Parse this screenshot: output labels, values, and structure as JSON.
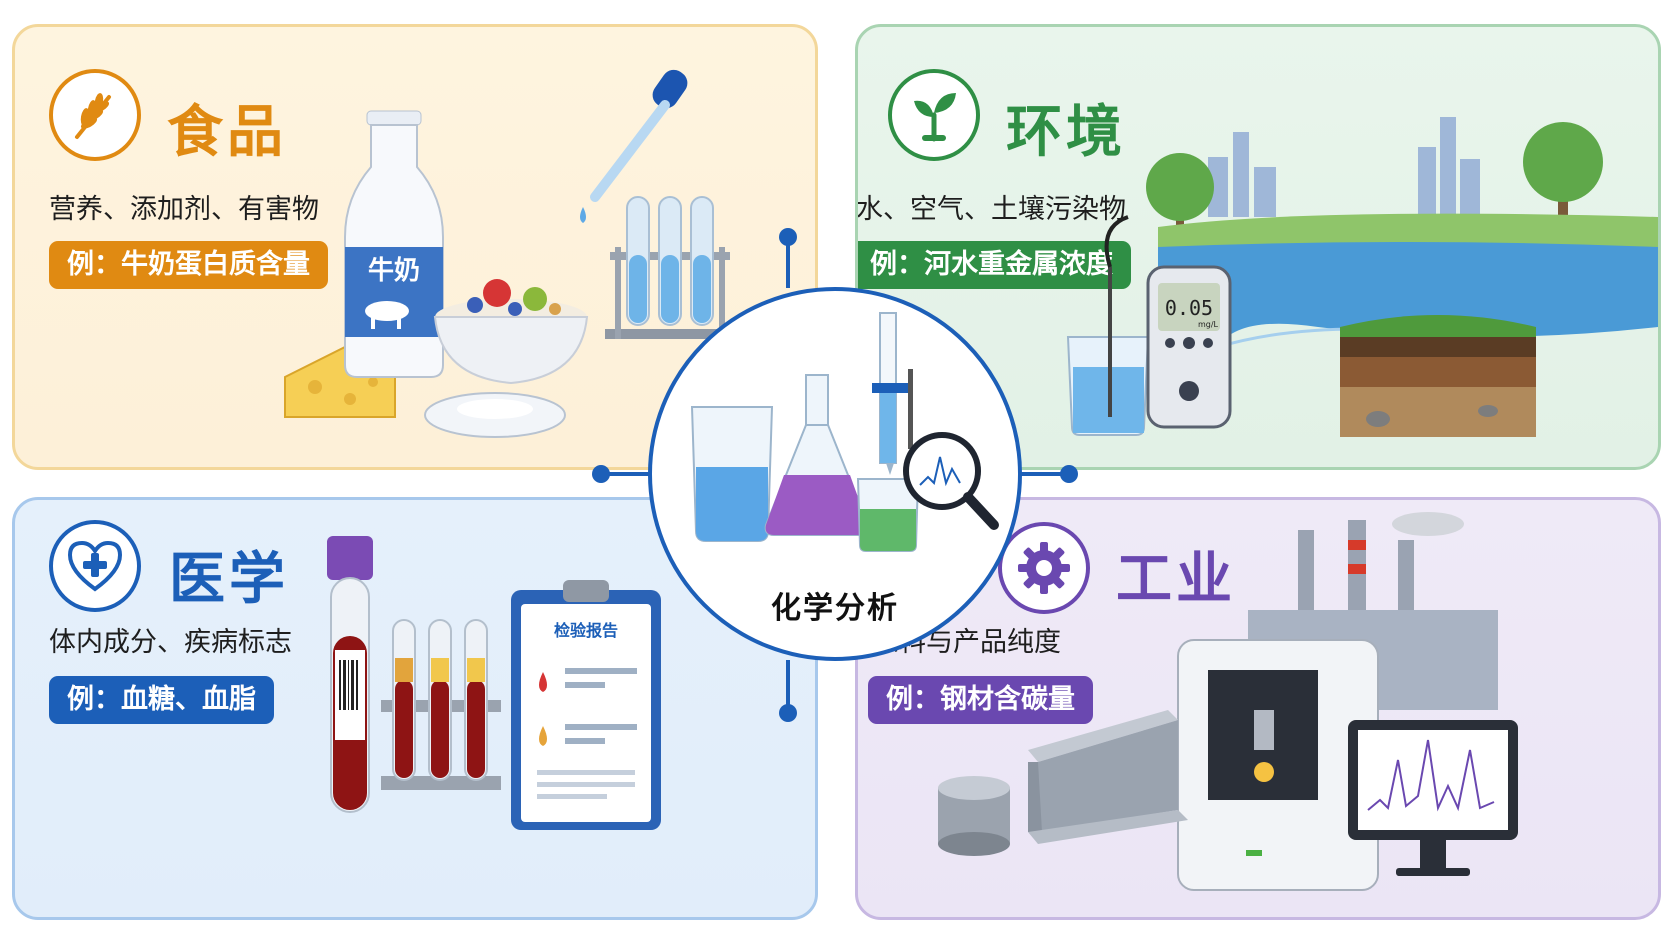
{
  "center": {
    "label": "化学分析"
  },
  "food": {
    "title": "食品",
    "desc": "营养、添加剂、有害物",
    "example": "例：牛奶蛋白质含量",
    "bottle_label": "牛奶",
    "accent": "#e08a12"
  },
  "environment": {
    "title": "环境",
    "desc": "水、空气、土壤污染物",
    "example": "例：河水重金属浓度",
    "meter_reading": "0.05",
    "meter_unit": "mg/L",
    "accent": "#2f8f45"
  },
  "medicine": {
    "title": "医学",
    "desc": "体内成分、疾病标志",
    "example": "例：血糖、血脂",
    "report_title": "检验报告",
    "accent": "#1c5fb8"
  },
  "industry": {
    "title": "工业",
    "desc": "原料与产品纯度",
    "example": "例：钢材含碳量",
    "accent": "#6a48b0"
  }
}
